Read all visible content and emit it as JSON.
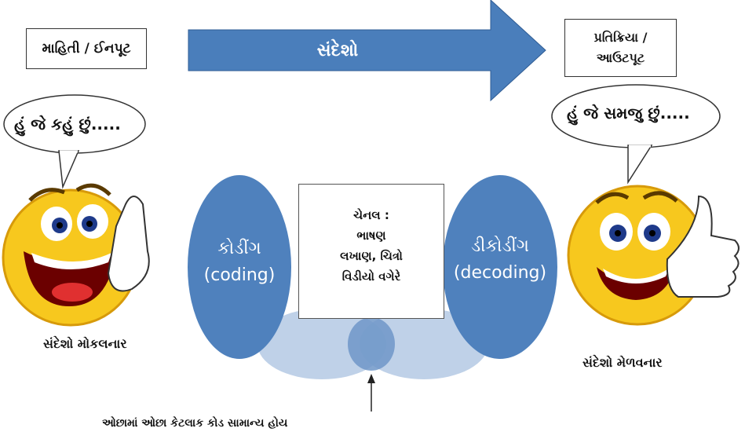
{
  "input_box": "માહિતી / ઈનપૂટ",
  "output_box": {
    "line1": "પ્રતિક્રિયા /",
    "line2": "આઉટપૂટ"
  },
  "messages_arrow": "સંદેશો",
  "sender_speech": "હું જે કહું છું.....",
  "receiver_speech": "હું જે સમજુ છું.....",
  "sender_label": "સંદેશો મોકલનાર",
  "receiver_label": "સંદેશો મેળવનાર",
  "coding": {
    "line1": "કોડીંગ",
    "line2": "(coding)"
  },
  "decoding": {
    "line1": "ડીકોડીંગ",
    "line2": "(decoding)"
  },
  "channel": {
    "line1": "ચેનલ :",
    "line2": "ભાષણ",
    "line3": "લખાણ, ચિત્રો",
    "line4": "વિડીયો વગેરે"
  },
  "bottom_note": "ઓછામાં ઓછા કેટલાક કોડ સામાન્ય હોય",
  "colors": {
    "arrow": "#4a7ebb",
    "ellipse": "#4f81bd",
    "overlap": "#a9c1e0",
    "smiley": "#f7c81e"
  }
}
